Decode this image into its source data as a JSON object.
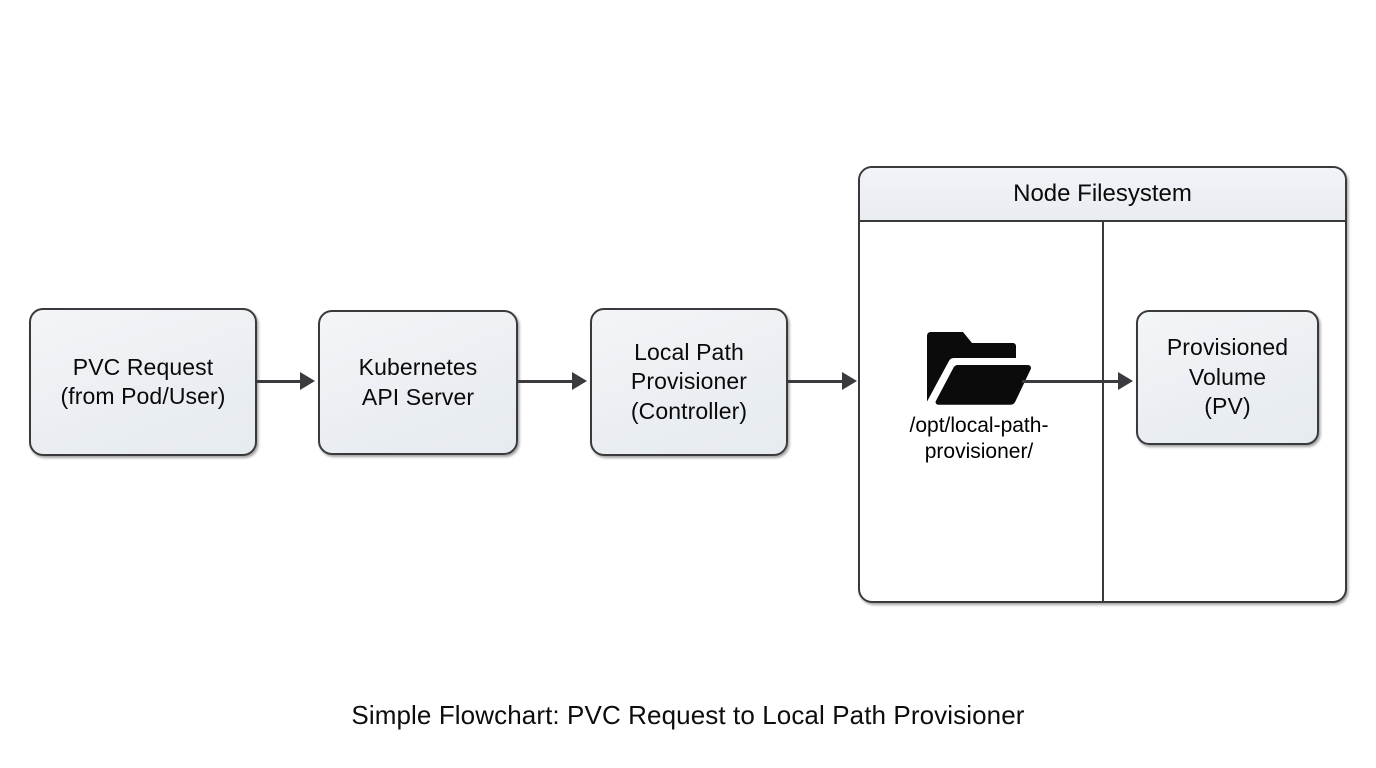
{
  "caption": "Simple Flowchart: PVC Request to Local Path Provisioner",
  "nodes": {
    "pvc_request": {
      "line1": "PVC Request",
      "line2": "(from Pod/User)"
    },
    "api_server": {
      "line1": "Kubernetes",
      "line2": "API Server"
    },
    "provisioner": {
      "line1": "Local Path",
      "line2": "Provisioner",
      "line3": "(Controller)"
    },
    "provisioned_volume": {
      "line1": "Provisioned",
      "line2": "Volume",
      "line3": "(PV)"
    }
  },
  "container": {
    "title": "Node Filesystem",
    "folder": {
      "icon": "folder-open-icon",
      "path_line1": "/opt/local-path-",
      "path_line2": "provisioner/"
    }
  },
  "edges": [
    {
      "name": "pvc-to-apiserver",
      "from": "PVC Request",
      "to": "Kubernetes API Server",
      "arrow": "arrowhead-right"
    },
    {
      "name": "apiserver-to-provisioner",
      "from": "Kubernetes API Server",
      "to": "Local Path Provisioner",
      "arrow": "arrowhead-right"
    },
    {
      "name": "provisioner-to-nodefs",
      "from": "Local Path Provisioner",
      "to": "Node Filesystem",
      "arrow": "arrowhead-right"
    },
    {
      "name": "folder-to-pv",
      "from": "/opt/local-path-provisioner/",
      "to": "Provisioned Volume (PV)",
      "arrow": "arrowhead-right"
    }
  ],
  "colors": {
    "node_fill": "#eaeef2",
    "node_border": "#3a3a3c",
    "header_fill": "#eceff3",
    "edge": "#3b3b3f",
    "folder_icon": "#0b0b0b",
    "background": "#ffffff",
    "text": "#0a0a0a"
  }
}
